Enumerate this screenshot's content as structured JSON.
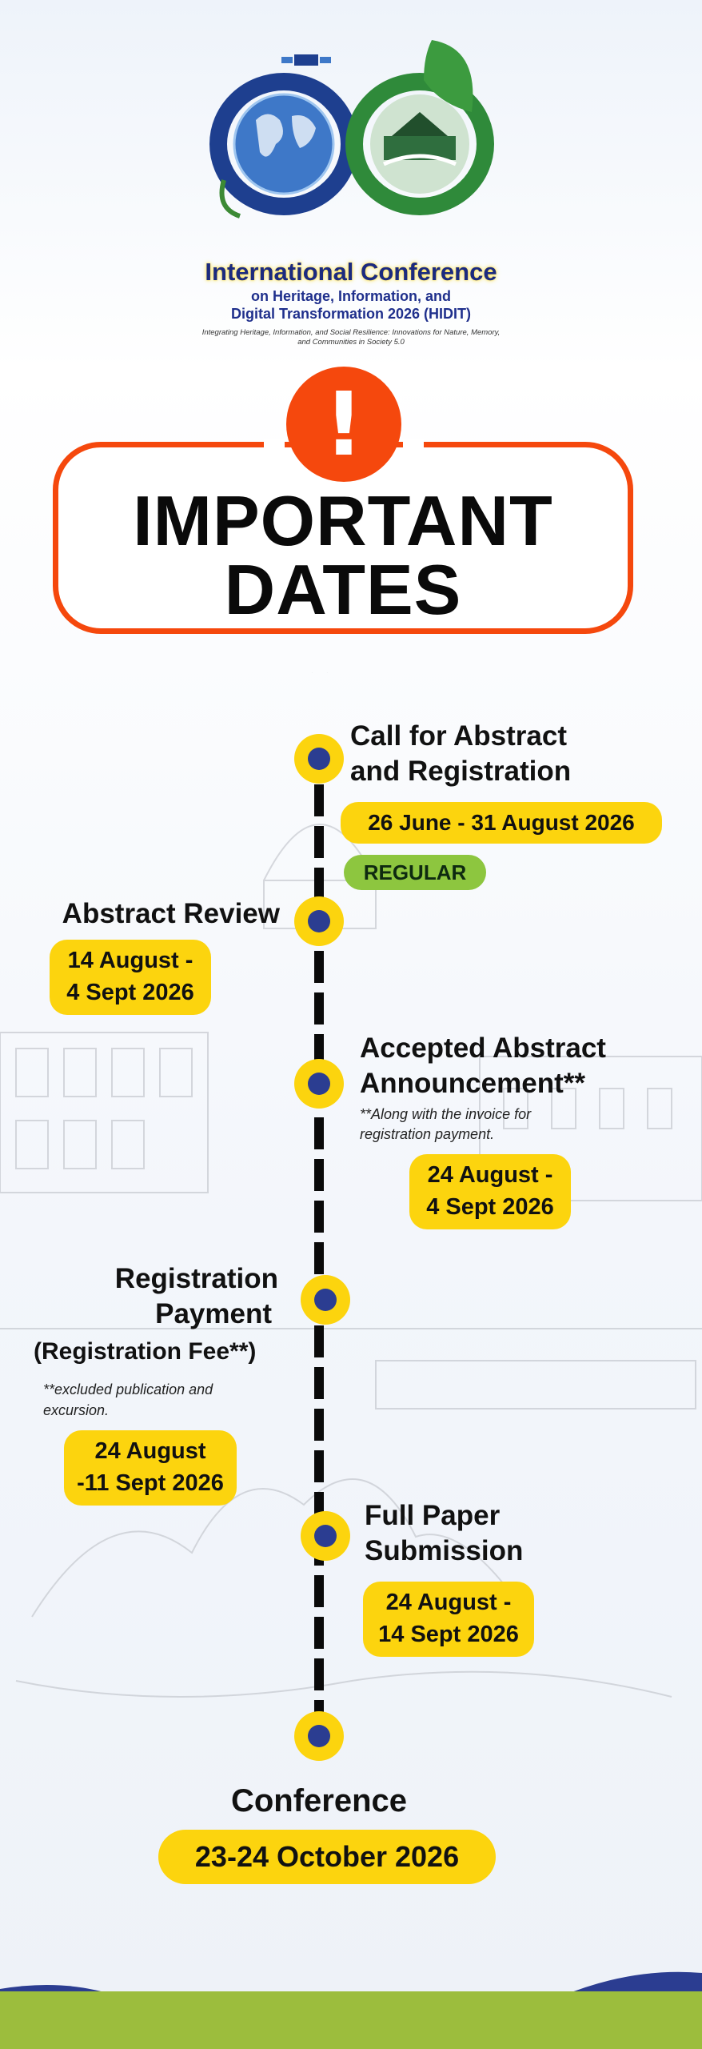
{
  "header": {
    "conference_title": "International Conference",
    "conference_line2": "on Heritage, Information, and",
    "conference_line3": "Digital Transformation 2026 (HIDIT)",
    "tagline": "Integrating Heritage, Information, and Social Resilience: Innovations for Nature, Memory, and Communities in Society 5.0"
  },
  "banner": {
    "line1": "IMPORTANT",
    "line2": "DATES",
    "alert_symbol": "!"
  },
  "timeline": {
    "call": {
      "title_l1": "Call for Abstract",
      "title_l2": "and Registration",
      "dates": "26 June - 31 August  2026",
      "badge": "REGULAR"
    },
    "review": {
      "title": "Abstract Review",
      "dates_l1": "14 August -",
      "dates_l2": "4 Sept 2026"
    },
    "accepted": {
      "title_l1": "Accepted Abstract",
      "title_l2": "Announcement**",
      "note_l1": "**Along with the invoice for",
      "note_l2": "registration payment.",
      "dates_l1": "24 August -",
      "dates_l2": "4 Sept 2026"
    },
    "payment": {
      "title_l1": "Registration",
      "title_l2": "Payment",
      "title_l3": "(Registration Fee**)",
      "note_l1": "**excluded publication and",
      "note_l2": "excursion.",
      "dates_l1": "24 August",
      "dates_l2": "-11 Sept 2026"
    },
    "fullpaper": {
      "title_l1": "Full Paper",
      "title_l2": "Submission",
      "dates_l1": "24 August -",
      "dates_l2": "14 Sept 2026"
    },
    "conference": {
      "title": "Conference",
      "dates": "23-24  October 2026"
    }
  },
  "colors": {
    "accent_orange": "#f5480d",
    "highlight_yellow": "#fcd40e",
    "node_blue": "#2b3d91",
    "badge_green": "#8dc63f",
    "ground_green": "#9cbd3d"
  }
}
